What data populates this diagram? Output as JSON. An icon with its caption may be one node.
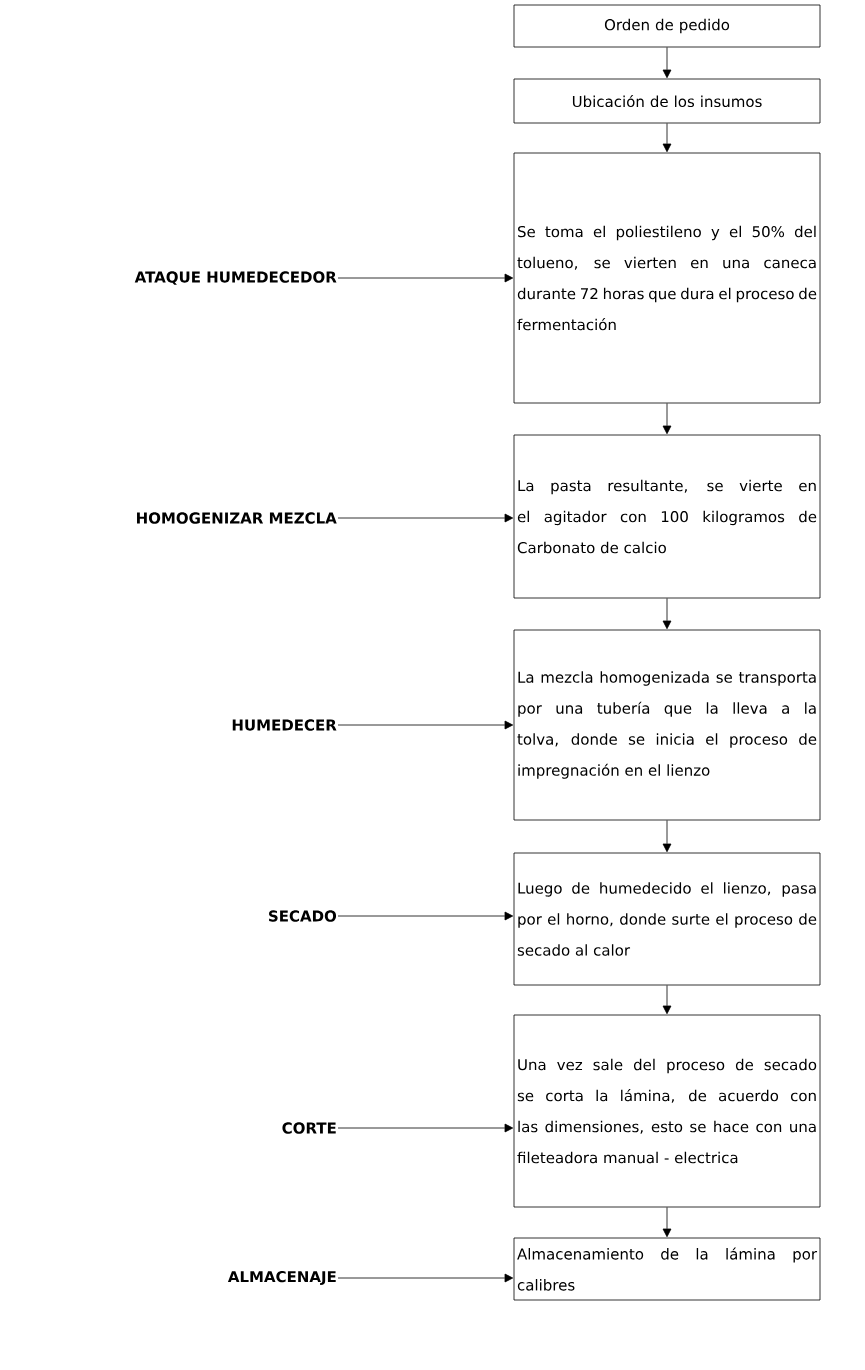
{
  "diagram": {
    "nodes": [
      {
        "text": [
          "Orden de pedido"
        ]
      },
      {
        "text": [
          "Ubicación de los insumos"
        ]
      },
      {
        "text": [
          "Se toma el poliestileno y el 50% del tolueno, se vierten en una caneca durante 72 horas que dura el proceso de fermentación"
        ]
      },
      {
        "text": [
          "La pasta resultante, se vierte en el agitador con 100 kilogramos de Carbonato de calcio"
        ]
      },
      {
        "text": [
          "La mezcla homogenizada se transporta por una tubería que la lleva a la tolva, donde se inicia el proceso de impregnación en el lienzo"
        ]
      },
      {
        "text": [
          "Luego de humedecido el lienzo, pasa por el horno, donde surte el proceso de secado al calor"
        ]
      },
      {
        "text": [
          "Una vez sale del proceso de secado se corta la lámina, de acuerdo con las dimensiones, esto se hace con una fileteadora manual - electrica"
        ]
      },
      {
        "text": [
          "Almacenamiento de la lámina por calibres"
        ]
      },
      {
        "text": [
          "ATAQUE HUMEDECEDOR"
        ]
      },
      {
        "text": [
          "HOMOGENIZAR MEZCLA"
        ]
      },
      {
        "text": [
          "HUMEDECER"
        ]
      },
      {
        "text": [
          "SECADO"
        ]
      },
      {
        "text": [
          "CORTE"
        ]
      },
      {
        "text": [
          "ALMACENAJE"
        ]
      }
    ],
    "edges": [
      {
        "from": 0,
        "to": 1,
        "arrow": "to"
      },
      {
        "from": 1,
        "to": 2,
        "arrow": "to"
      },
      {
        "from": 2,
        "to": 3,
        "arrow": "to"
      },
      {
        "from": 3,
        "to": 4,
        "arrow": "to"
      },
      {
        "from": 4,
        "to": 5,
        "arrow": "to"
      },
      {
        "from": 5,
        "to": 6,
        "arrow": "to"
      },
      {
        "from": 6,
        "to": 7,
        "arrow": "to"
      },
      {
        "from": 8,
        "to": 2,
        "arrow": "to"
      },
      {
        "from": 9,
        "to": 3,
        "arrow": "to"
      },
      {
        "from": 10,
        "to": 4,
        "arrow": "to"
      },
      {
        "from": 11,
        "to": 5,
        "arrow": "to"
      },
      {
        "from": 12,
        "to": 6,
        "arrow": "to"
      },
      {
        "from": 13,
        "to": 7,
        "arrow": "to"
      }
    ]
  }
}
